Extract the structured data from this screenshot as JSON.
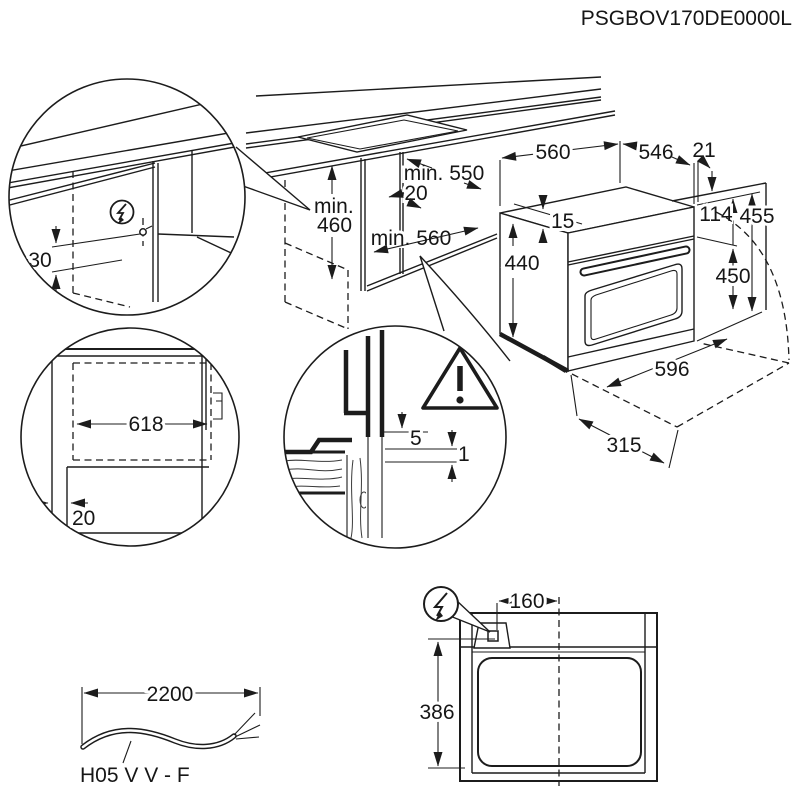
{
  "title": "PSGBOV170DE0000L",
  "colors": {
    "line": "#1c1c1c",
    "background": "#ffffff"
  },
  "installation_view": {
    "niche": {
      "min_width": "min. 550",
      "rail_offset": "20",
      "min_height_prefix": "min.",
      "min_height_value": "460",
      "min_depth": "min. 560"
    },
    "oven": {
      "top_depth": "560",
      "front_width": "546",
      "frame_overlap": "21",
      "top_recess": "15",
      "body_height": "440",
      "panel_height": "114",
      "total_height": "455",
      "door_height": "450",
      "door_open_width": "596",
      "door_open_depth": "315"
    }
  },
  "power_detail": {
    "cable_clearance": "30",
    "symbol": "lightning-bolt"
  },
  "side_detail": {
    "inner_depth": "618",
    "rear_gap": "20"
  },
  "mount_detail": {
    "front_gap": "5",
    "bottom_gap": "1",
    "symbol": "warning-triangle"
  },
  "top_view": {
    "connection_offset": "160",
    "connection_depth": "386",
    "symbol": "lightning-bolt"
  },
  "cable": {
    "length": "2200",
    "type_label": "H05 V V - F"
  }
}
